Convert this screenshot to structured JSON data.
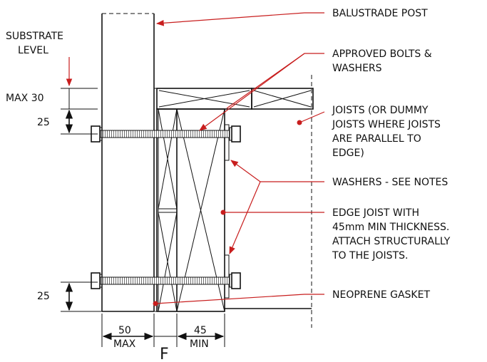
{
  "labels": {
    "balustrade_post": "BALUSTRADE POST",
    "bolts_line1": "APPROVED BOLTS &",
    "bolts_line2": "WASHERS",
    "joists_line1": "JOISTS (OR DUMMY",
    "joists_line2": "JOISTS WHERE JOISTS",
    "joists_line3": "ARE PARALLEL TO",
    "joists_line4": "EDGE)",
    "washers": "WASHERS - SEE NOTES",
    "edge_line1": "EDGE JOIST WITH",
    "edge_line2": "45mm MIN THICKNESS.",
    "edge_line3": "ATTACH STRUCTURALLY",
    "edge_line4": "TO THE JOISTS.",
    "gasket": "NEOPRENE GASKET",
    "substrate_line1": "SUBSTRATE",
    "substrate_line2": "LEVEL"
  },
  "dimensions": {
    "max30": "MAX 30",
    "top25": "25",
    "bottom25": "25",
    "width50": "50",
    "width50_note": "MAX",
    "width45": "45",
    "width45_note": "MIN"
  },
  "figure_label": "F",
  "colors": {
    "line": "#111111",
    "leader": "#c81e1e",
    "background": "#ffffff"
  }
}
